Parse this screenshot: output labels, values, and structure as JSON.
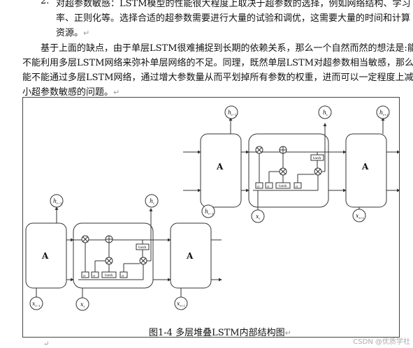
{
  "text": {
    "item2_number": "2.",
    "item2_line1": "对超参数敏感：LSTM模型的性能很大程度上取决于超参数的选择，例如网络结构、学习",
    "item2_line2": "率、正则化等。选择合适的超参数需要进行大量的试验和调优，这需要大量的时间和计算",
    "item2_line3": "资源。",
    "para_line1": "基于上面的缺点，由于单层LSTM很难捕捉到长期的依赖关系，那么一个自然而然的想法是:能",
    "para_line2": "不能利用多层LSTM网络来弥补单层网络的不足。同理，既然单层LSTM对超参数相当敏感，那么",
    "para_line3": "能不能通过多层LSTM网络，通过增大参数量从而平划掉所有参数的权重，进而可以一定程度上减",
    "para_line4": "小超参数敏感的问题。",
    "para_mark": "↵",
    "caption": "图1-4 多层堆叠LSTM内部结构图",
    "caption_mark": "↵",
    "watermark": "CSDN @优质学社"
  },
  "diagram": {
    "cell_label": "A",
    "tanh_label": "tanh",
    "sigma_label": "σ",
    "top_layer": {
      "h_prev": "h",
      "h_prev_sub": "t−1",
      "h_cur": "h",
      "h_cur_sub": "t",
      "h_next": "h",
      "h_next_sub": "t+1",
      "x_cur": "x",
      "x_cur_sub": "t",
      "x_next": "x",
      "x_next_sub": "t+1"
    },
    "bottom_layer": {
      "h_prev": "h",
      "h_prev_sub": "t−1",
      "h_cur": "h",
      "h_cur_sub": "t",
      "x_prev": "x",
      "x_prev_sub": "t−1",
      "x_cur": "x",
      "x_cur_sub": "t",
      "x_next": "x",
      "x_next_sub": "t+1"
    }
  },
  "colors": {
    "stroke": "#333333",
    "cell_fill": "#ffffff",
    "frame": "#444444"
  }
}
